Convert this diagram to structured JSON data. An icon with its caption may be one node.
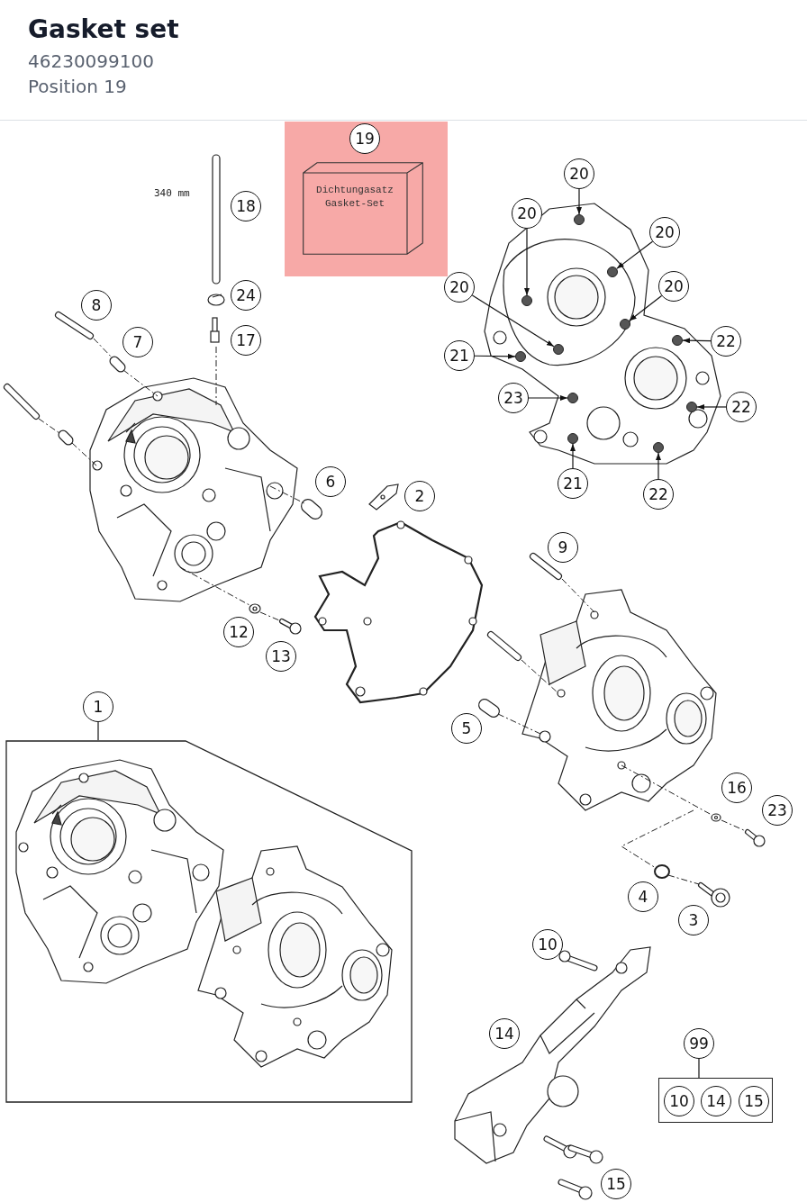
{
  "diagram": {
    "title": "Gasket set",
    "nodes": [
      {
        "text": [],
        "shape": "box"
      },
      {
        "text": [
          "19"
        ],
        "in": 0
      },
      {
        "text": [
          "Dichtungasatz Gasket-Set"
        ],
        "in": 0
      },
      {
        "text": [
          "20"
        ]
      },
      {
        "text": [
          "18"
        ]
      },
      {
        "text": [
          "20"
        ]
      },
      {
        "text": [
          "20"
        ]
      },
      {
        "text": [
          "20"
        ]
      },
      {
        "text": [
          "20"
        ]
      },
      {
        "text": [
          "24"
        ]
      },
      {
        "text": [
          "8"
        ]
      },
      {
        "text": [
          "22"
        ]
      },
      {
        "text": [
          "17"
        ]
      },
      {
        "text": [
          "7"
        ]
      },
      {
        "text": [
          "21"
        ]
      },
      {
        "text": [
          "23"
        ]
      },
      {
        "text": [
          "22"
        ]
      },
      {
        "text": [
          "6"
        ]
      },
      {
        "text": [
          "21"
        ]
      },
      {
        "text": [
          "2"
        ]
      },
      {
        "text": [
          "22"
        ]
      },
      {
        "text": [
          "9"
        ]
      },
      {
        "text": [
          "12"
        ]
      },
      {
        "text": [
          "13"
        ]
      },
      {
        "text": [
          "1"
        ]
      },
      {
        "text": [],
        "shape": "box"
      },
      {
        "text": [
          "5"
        ]
      },
      {
        "text": [
          "16"
        ]
      },
      {
        "text": [
          "23"
        ]
      },
      {
        "text": [
          "4"
        ]
      },
      {
        "text": [
          "3"
        ]
      },
      {
        "text": [
          "10"
        ]
      },
      {
        "text": [
          "14"
        ]
      },
      {
        "text": [
          "99"
        ]
      },
      {
        "text": [],
        "shape": "box"
      },
      {
        "text": [
          "10"
        ],
        "in": 34
      },
      {
        "text": [
          "14"
        ],
        "in": 34
      },
      {
        "text": [
          "15"
        ],
        "in": 34
      },
      {
        "text": [
          "15"
        ]
      },
      {
        "text": [],
        "shape": "circle"
      },
      {
        "text": [],
        "shape": "circle"
      },
      {
        "text": [],
        "shape": "circle"
      },
      {
        "text": [],
        "shape": "circle"
      },
      {
        "text": [],
        "shape": "circle"
      },
      {
        "text": [],
        "shape": "circle"
      },
      {
        "text": [],
        "shape": "circle"
      },
      {
        "text": [],
        "shape": "circle"
      },
      {
        "text": [],
        "shape": "circle"
      },
      {
        "text": [],
        "shape": "circle"
      },
      {
        "text": [],
        "shape": "circle"
      }
    ],
    "edges": [
      {
        "from": 3,
        "to": 39,
        "arrow": "to"
      },
      {
        "from": 5,
        "to": 41,
        "arrow": "to"
      },
      {
        "from": 6,
        "to": 40,
        "arrow": "to"
      },
      {
        "from": 7,
        "to": 44,
        "arrow": "to"
      },
      {
        "from": 8,
        "to": 42,
        "arrow": "to"
      },
      {
        "from": 11,
        "to": 43,
        "arrow": "to"
      },
      {
        "from": 14,
        "to": 45,
        "arrow": "to"
      },
      {
        "from": 15,
        "to": 46,
        "arrow": "to"
      },
      {
        "from": 16,
        "to": 47,
        "arrow": "to"
      },
      {
        "from": 18,
        "to": 48,
        "arrow": "to"
      },
      {
        "from": 20,
        "to": 49,
        "arrow": "to"
      },
      {
        "from": 24,
        "to": 25,
        "arrow": "none"
      },
      {
        "from": 33,
        "to": 34,
        "arrow": "none"
      }
    ],
    "labels": [
      "46230099100",
      "Position 19",
      "340 mm"
    ]
  }
}
